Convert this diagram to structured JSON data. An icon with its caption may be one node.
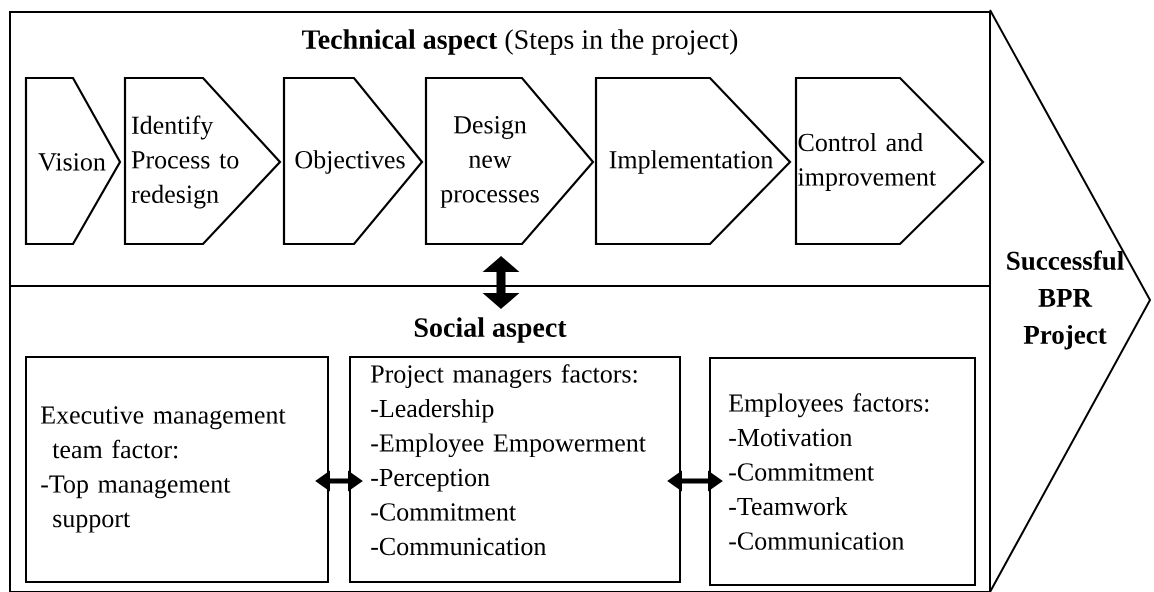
{
  "diagram": {
    "nodes": [
      {
        "text": [
          "**Technical aspect** (Steps in the project)"
        ]
      },
      {
        "text": [
          "Vision"
        ],
        "in": 0
      },
      {
        "text": [
          "Identify Process to redesign"
        ],
        "in": 0
      },
      {
        "text": [
          "Objectives"
        ],
        "in": 0
      },
      {
        "text": [
          "Design new processes"
        ],
        "in": 0
      },
      {
        "text": [
          "Implementation"
        ],
        "in": 0
      },
      {
        "text": [
          "Control and improvement"
        ],
        "in": 0
      },
      {
        "text": [
          "Social aspect"
        ]
      },
      {
        "text": [
          "Executive management team factor:",
          "-Top management support"
        ],
        "in": 7
      },
      {
        "text": [
          "Project managers factors:",
          "-Leadership",
          "-Employee Empowerment",
          "-Perception",
          "-Commitment",
          "-Communication"
        ],
        "in": 7
      },
      {
        "text": [
          "Employees factors:",
          "-Motivation",
          "-Commitment",
          "-Teamwork",
          "-Communication"
        ],
        "in": 7
      },
      {
        "text": [
          "Successful BPR Project"
        ]
      }
    ],
    "edges": [
      {
        "from": 0,
        "to": 7,
        "arrow": "both",
        "style": "thick"
      },
      {
        "from": 8,
        "to": 9,
        "arrow": "both"
      },
      {
        "from": 9,
        "to": 10,
        "arrow": "both"
      }
    ]
  }
}
